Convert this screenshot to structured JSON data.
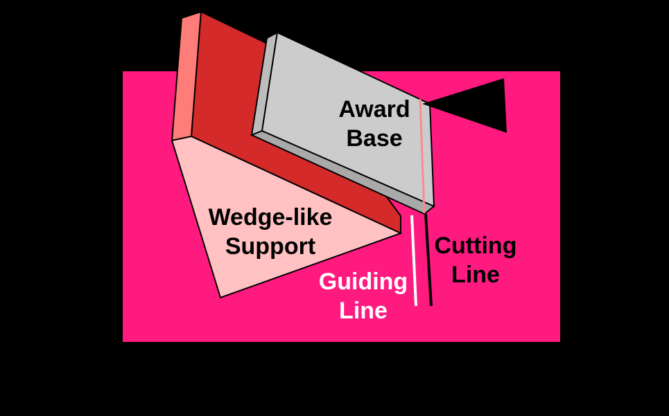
{
  "labels": {
    "award_base": [
      "Award",
      "Base"
    ],
    "wedge_support": [
      "Wedge-like",
      "Support"
    ],
    "guiding_line": [
      "Guiding",
      "Line"
    ],
    "cutting_line": [
      "Cutting",
      "Line"
    ]
  },
  "colors": {
    "background": "#000000",
    "board": "#ff1a80",
    "wedge_face": "#ffc1c1",
    "wedge_top": "#d42a2a",
    "wedge_side": "#ff7d78",
    "award_front": "#cccccc",
    "award_side": "#a9a9a9",
    "guiding_line": "#ffffff",
    "cutting_line": "#000000",
    "mark_line": "#ff8a8a",
    "label_dark": "#000000",
    "label_light": "#ffffff"
  },
  "icons": {
    "pointer": "black-triangle-pointer"
  }
}
